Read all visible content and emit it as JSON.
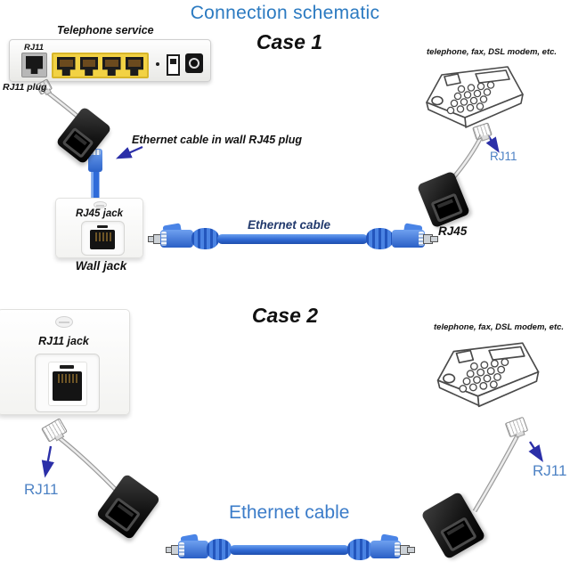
{
  "title": "Connection schematic",
  "colors": {
    "title_blue": "#2b7ac1",
    "navy_label": "#223a6d",
    "rj_label_blue": "#4d82c4",
    "cable_blue": "#2f68d2",
    "arrow_navy": "#2b2fa8",
    "lan_port_yellow": "#f2d244"
  },
  "case1": {
    "heading": "Case 1",
    "router_caption": "Telephone service",
    "router_rj11_label": "RJ11",
    "rj11_plug_label": "RJ11 plug",
    "wall_plug_note": "Ethernet cable in wall RJ45 plug",
    "wall_plate_label": "RJ45 jack",
    "wall_plate_caption": "Wall jack",
    "cable_label": "Ethernet cable",
    "device_note": "telephone, fax, DSL modem, etc.",
    "adapter_label": "RJ45",
    "phone_plug_label": "RJ11"
  },
  "case2": {
    "heading": "Case 2",
    "wall_plate_label": "RJ11 jack",
    "wall_plug_label": "RJ11",
    "cable_label": "Ethernet cable",
    "device_note": "telephone, fax, DSL modem, etc.",
    "phone_plug_label": "RJ11"
  }
}
